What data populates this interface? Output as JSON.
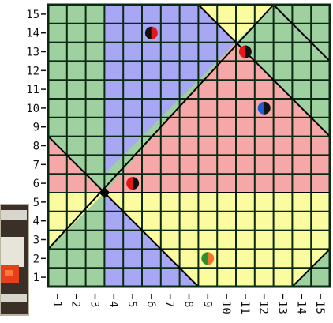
{
  "board": {
    "cols": 15,
    "rows": 15,
    "y_axis_labels": [
      "1",
      "2",
      "3",
      "4",
      "5",
      "6",
      "7",
      "8",
      "9",
      "10",
      "11",
      "12",
      "13",
      "14",
      "15"
    ],
    "x_axis_labels": [
      "1",
      "2",
      "3",
      "4",
      "5",
      "6",
      "7",
      "8",
      "9",
      "10",
      "11",
      "12",
      "13",
      "14",
      "15"
    ],
    "region_colors": {
      "green": "#9fd09f",
      "blue": "#a7a7f4",
      "yellow": "#fbfb9f",
      "red": "#f6a7a7"
    },
    "grid_color": "#0b2a13",
    "boundary_color": "#000000"
  },
  "pieces": [
    {
      "name": "piece-black-red-14",
      "col": 6,
      "row": 14,
      "left": "#111111",
      "right": "#e41818"
    },
    {
      "name": "piece-red-black-13",
      "col": 11,
      "row": 13,
      "left": "#e41818",
      "right": "#111111"
    },
    {
      "name": "piece-blue-black-10",
      "col": 12,
      "row": 10,
      "left": "#1e5bd6",
      "right": "#111111"
    },
    {
      "name": "piece-red-black-6",
      "col": 5,
      "row": 6,
      "left": "#e41818",
      "right": "#111111"
    },
    {
      "name": "piece-green-orange-2",
      "col": 9,
      "row": 2,
      "left": "#2f8f2f",
      "right": "#f2762a"
    }
  ],
  "photo_thumbnail": {
    "icon": "photo-thumbnail"
  }
}
